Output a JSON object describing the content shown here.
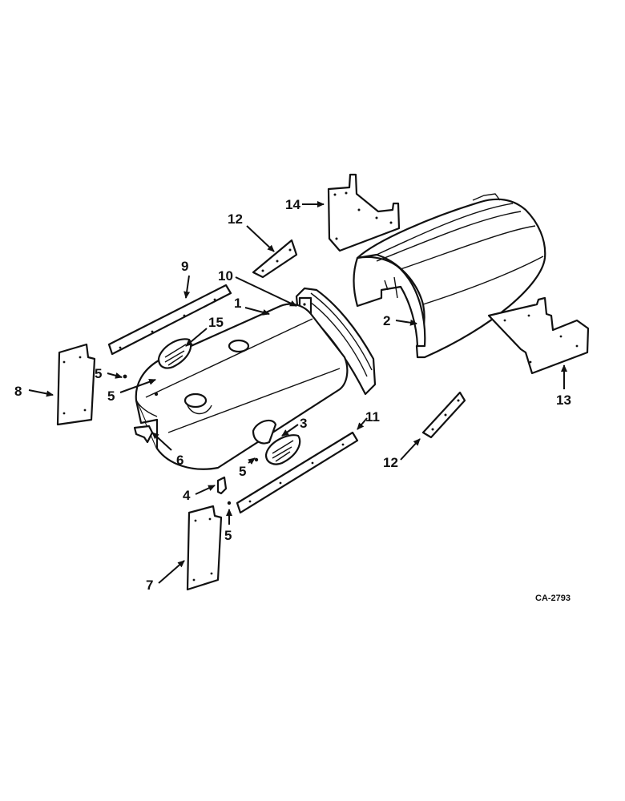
{
  "diagram": {
    "drawing_code": "CA-2793",
    "callouts": [
      {
        "id": "c1",
        "label": "1"
      },
      {
        "id": "c2",
        "label": "2"
      },
      {
        "id": "c3",
        "label": "3"
      },
      {
        "id": "c4",
        "label": "4"
      },
      {
        "id": "c5a",
        "label": "5"
      },
      {
        "id": "c5b",
        "label": "5"
      },
      {
        "id": "c5c",
        "label": "5"
      },
      {
        "id": "c5d",
        "label": "5"
      },
      {
        "id": "c6",
        "label": "6"
      },
      {
        "id": "c7",
        "label": "7"
      },
      {
        "id": "c8",
        "label": "8"
      },
      {
        "id": "c9",
        "label": "9"
      },
      {
        "id": "c10",
        "label": "10"
      },
      {
        "id": "c11",
        "label": "11"
      },
      {
        "id": "c12a",
        "label": "12"
      },
      {
        "id": "c12b",
        "label": "12"
      },
      {
        "id": "c13",
        "label": "13"
      },
      {
        "id": "c14",
        "label": "14"
      },
      {
        "id": "c15",
        "label": "15"
      }
    ]
  }
}
